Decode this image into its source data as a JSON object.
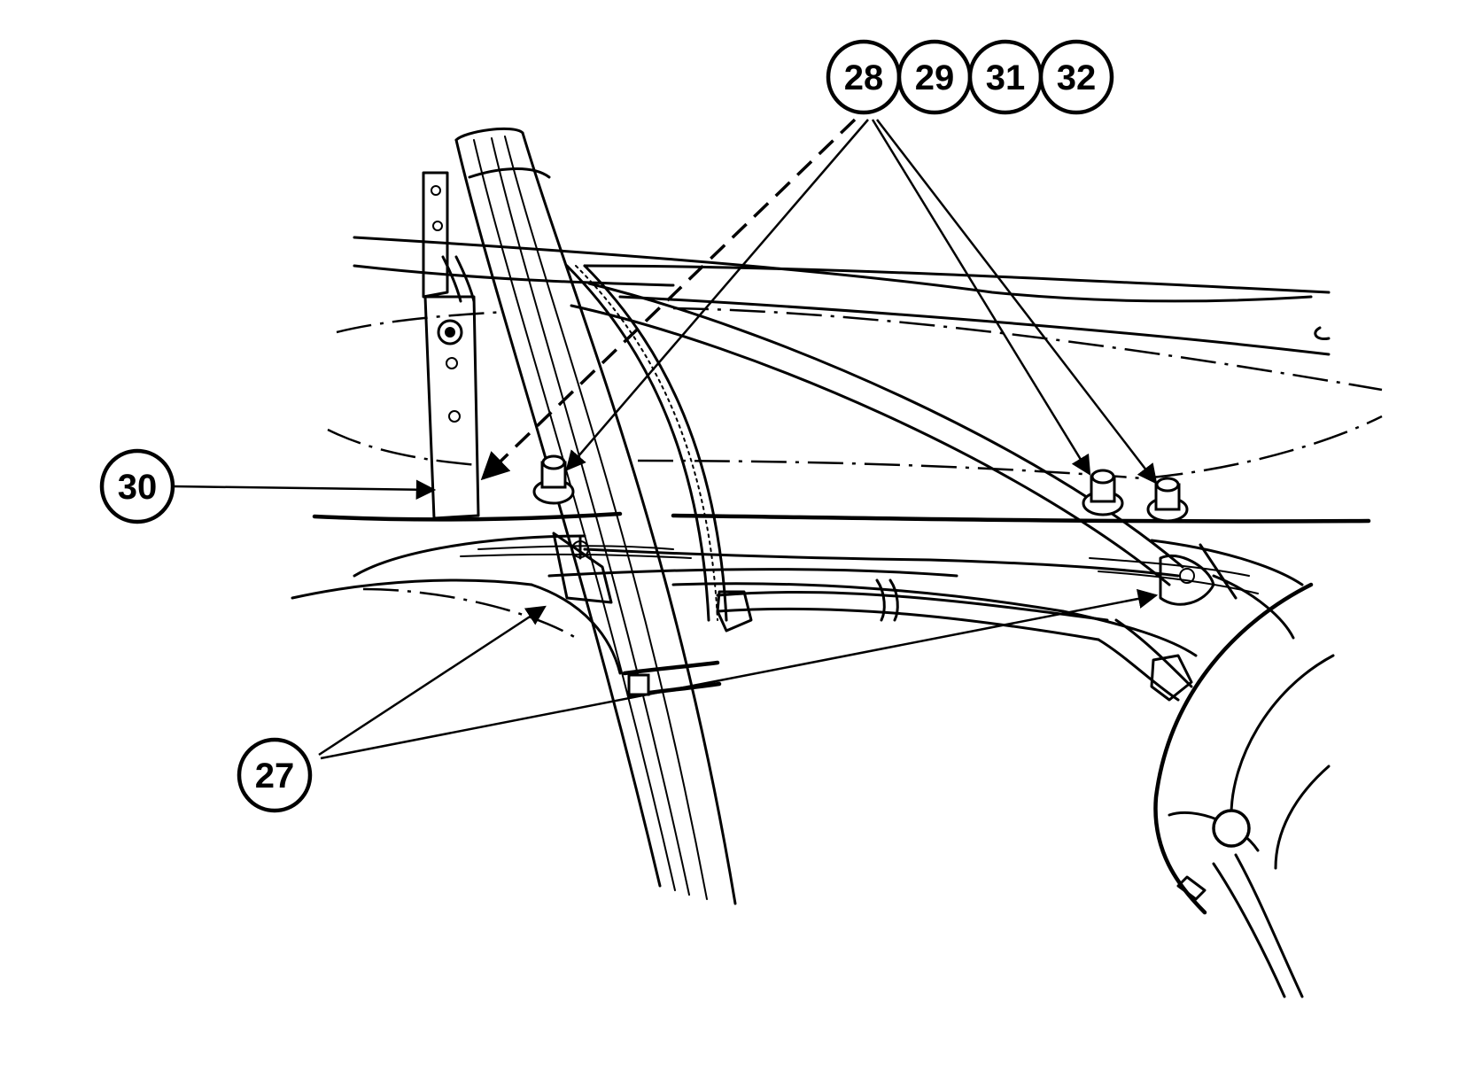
{
  "callouts": {
    "c27": "27",
    "c28": "28",
    "c29": "29",
    "c30": "30",
    "c31": "31",
    "c32": "32"
  }
}
